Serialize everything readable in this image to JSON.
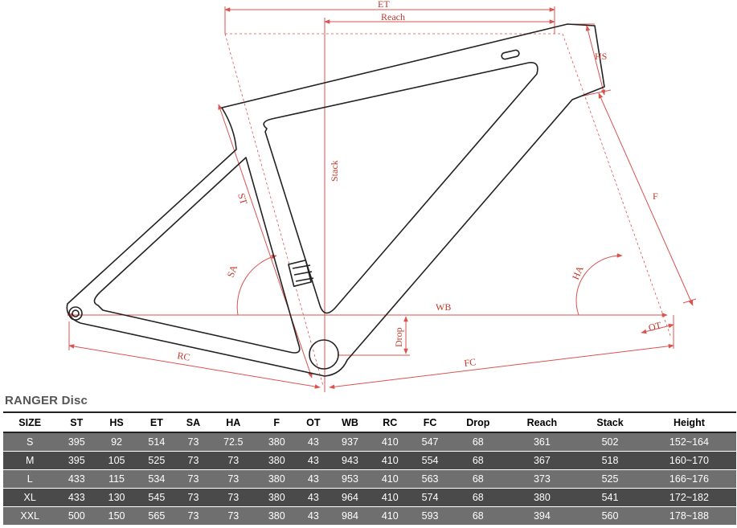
{
  "diagram": {
    "labels": {
      "et": "ET",
      "reach": "Reach",
      "hs": "HS",
      "stack": "Stack",
      "st": "ST",
      "f": "F",
      "sa": "SA",
      "ha": "HA",
      "wb": "WB",
      "ot": "OT",
      "drop": "Drop",
      "rc": "RC",
      "fc": "FC"
    },
    "colors": {
      "dimension": "#d9534f",
      "frame": "#222222"
    }
  },
  "table": {
    "title": "RANGER Disc",
    "columns": [
      "SIZE",
      "ST",
      "HS",
      "ET",
      "SA",
      "HA",
      "F",
      "OT",
      "WB",
      "RC",
      "FC",
      "Drop",
      "Reach",
      "Stack",
      "Height"
    ],
    "rows": [
      [
        "S",
        "395",
        "92",
        "514",
        "73",
        "72.5",
        "380",
        "43",
        "937",
        "410",
        "547",
        "68",
        "361",
        "502",
        "152~164"
      ],
      [
        "M",
        "395",
        "105",
        "525",
        "73",
        "73",
        "380",
        "43",
        "943",
        "410",
        "554",
        "68",
        "367",
        "518",
        "160~170"
      ],
      [
        "L",
        "433",
        "115",
        "534",
        "73",
        "73",
        "380",
        "43",
        "953",
        "410",
        "563",
        "68",
        "373",
        "525",
        "166~176"
      ],
      [
        "XL",
        "433",
        "130",
        "545",
        "73",
        "73",
        "380",
        "43",
        "964",
        "410",
        "574",
        "68",
        "380",
        "541",
        "172~182"
      ],
      [
        "XXL",
        "500",
        "150",
        "565",
        "73",
        "73",
        "380",
        "43",
        "984",
        "410",
        "593",
        "68",
        "394",
        "560",
        "178~188"
      ]
    ]
  }
}
